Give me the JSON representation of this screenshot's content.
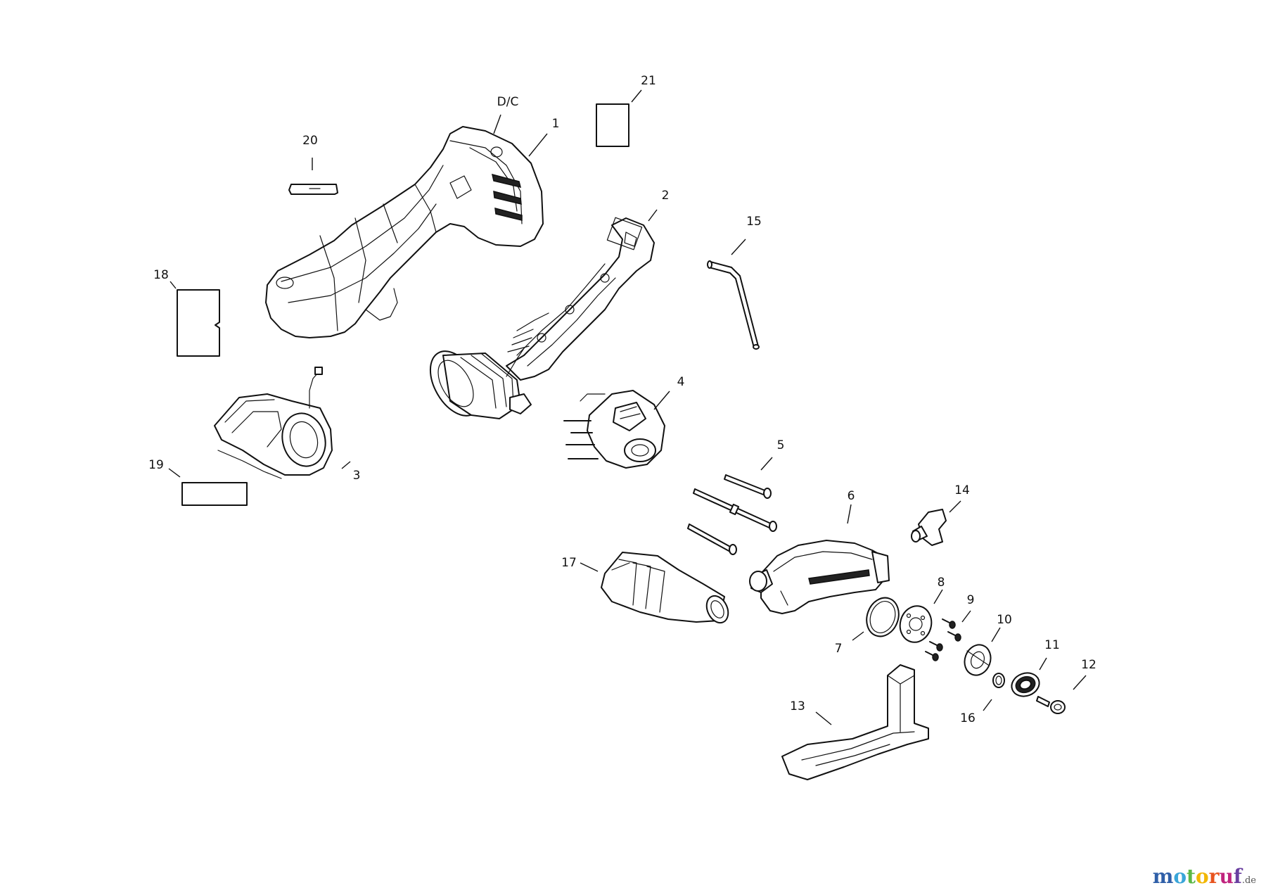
{
  "labels": {
    "dc": "D/C",
    "p1": "1",
    "p2": "2",
    "p3": "3",
    "p4": "4",
    "p5": "5",
    "p6": "6",
    "p7": "7",
    "p8": "8",
    "p9": "9",
    "p10": "10",
    "p11": "11",
    "p12": "12",
    "p13": "13",
    "p14": "14",
    "p15": "15",
    "p16": "16",
    "p17": "17",
    "p18": "18",
    "p19": "19",
    "p20": "20",
    "p21": "21"
  },
  "watermark": {
    "prefix": "motoruf",
    "suffix": ".de",
    "colors": [
      "#2f5fa8",
      "#3aa6d9",
      "#5bb846",
      "#f2b705",
      "#e8541e",
      "#c0247e",
      "#6a3fa0"
    ]
  }
}
